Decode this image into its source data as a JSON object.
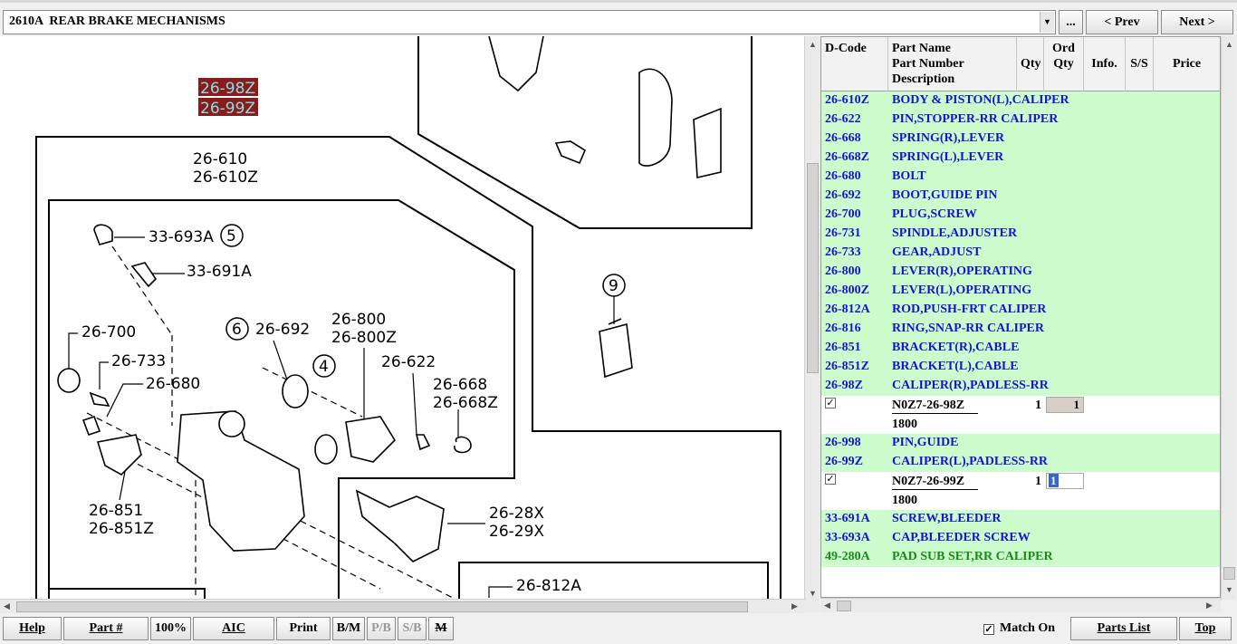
{
  "topbar": {
    "section_title": "2610A  REAR BRAKE MECHANISMS",
    "ellipsis_label": "...",
    "prev_label": "< Prev",
    "next_label": "Next >"
  },
  "diagram": {
    "callouts": [
      "26-98Z",
      "26-99Z",
      "26-610",
      "26-610Z",
      "33-693A",
      "33-691A",
      "26-700",
      "26-733",
      "26-680",
      "26-692",
      "26-800",
      "26-800Z",
      "26-622",
      "26-668",
      "26-668Z",
      "26-851",
      "26-851Z",
      "26-28X",
      "26-29X",
      "26-812A"
    ],
    "circled": [
      "5",
      "6",
      "4",
      "9"
    ],
    "highlight_color": "#8b1a1a",
    "highlight_text_color": "#7fe0e8"
  },
  "parts_table": {
    "headers": {
      "dcode": "D-Code",
      "part_name": "Part Name",
      "part_number": "Part Number",
      "description": "Description",
      "qty": "Qty",
      "ord": "Ord",
      "ord2": "Qty",
      "info": "Info.",
      "ss": "S/S",
      "price": "Price"
    },
    "rows": [
      {
        "code": "26-610Z",
        "name": "BODY & PISTON(L),CALIPER"
      },
      {
        "code": "26-622",
        "name": "PIN,STOPPER-RR CALIPER"
      },
      {
        "code": "26-668",
        "name": "SPRING(R),LEVER"
      },
      {
        "code": "26-668Z",
        "name": "SPRING(L),LEVER"
      },
      {
        "code": "26-680",
        "name": "BOLT"
      },
      {
        "code": "26-692",
        "name": "BOOT,GUIDE PIN"
      },
      {
        "code": "26-700",
        "name": "PLUG,SCREW"
      },
      {
        "code": "26-731",
        "name": "SPINDLE,ADJUSTER"
      },
      {
        "code": "26-733",
        "name": "GEAR,ADJUST"
      },
      {
        "code": "26-800",
        "name": "LEVER(R),OPERATING"
      },
      {
        "code": "26-800Z",
        "name": "LEVER(L),OPERATING"
      },
      {
        "code": "26-812A",
        "name": "ROD,PUSH-FRT CALIPER"
      },
      {
        "code": "26-816",
        "name": "RING,SNAP-RR CALIPER"
      },
      {
        "code": "26-851",
        "name": "BRACKET(R),CABLE"
      },
      {
        "code": "26-851Z",
        "name": "BRACKET(L),CABLE"
      },
      {
        "code": "26-98Z",
        "name": "CALIPER(R),PADLESS-RR"
      }
    ],
    "detail1": {
      "check": "✓",
      "part_number": "N0Z7-26-98Z",
      "qty": "1",
      "ord_qty": "1",
      "price": "1800"
    },
    "rows2": [
      {
        "code": "26-998",
        "name": "PIN,GUIDE"
      },
      {
        "code": "26-99Z",
        "name": "CALIPER(L),PADLESS-RR"
      }
    ],
    "detail2": {
      "check": "✓",
      "part_number": "N0Z7-26-99Z",
      "qty": "1",
      "ord_qty": "1",
      "price": "1800"
    },
    "rows3": [
      {
        "code": "33-691A",
        "name": "SCREW,BLEEDER"
      },
      {
        "code": "33-693A",
        "name": "CAP,BLEEDER SCREW"
      }
    ],
    "row_green": {
      "code": "49-280A",
      "name": "PAD SUB SET,RR CALIPER"
    },
    "row_bg": "#ccfccc",
    "link_color": "#1515d0",
    "green_color": "#1a8a1a"
  },
  "bottombar": {
    "help": "Help",
    "part_no": "Part #",
    "zoom": "100%",
    "aic": "AIC",
    "print": "Print",
    "bm": "B/M",
    "pb": "P/B",
    "sb": "S/B",
    "m": "M",
    "match_check": "✓",
    "match_on": "Match On",
    "parts_list": "Parts List",
    "top": "Top"
  }
}
